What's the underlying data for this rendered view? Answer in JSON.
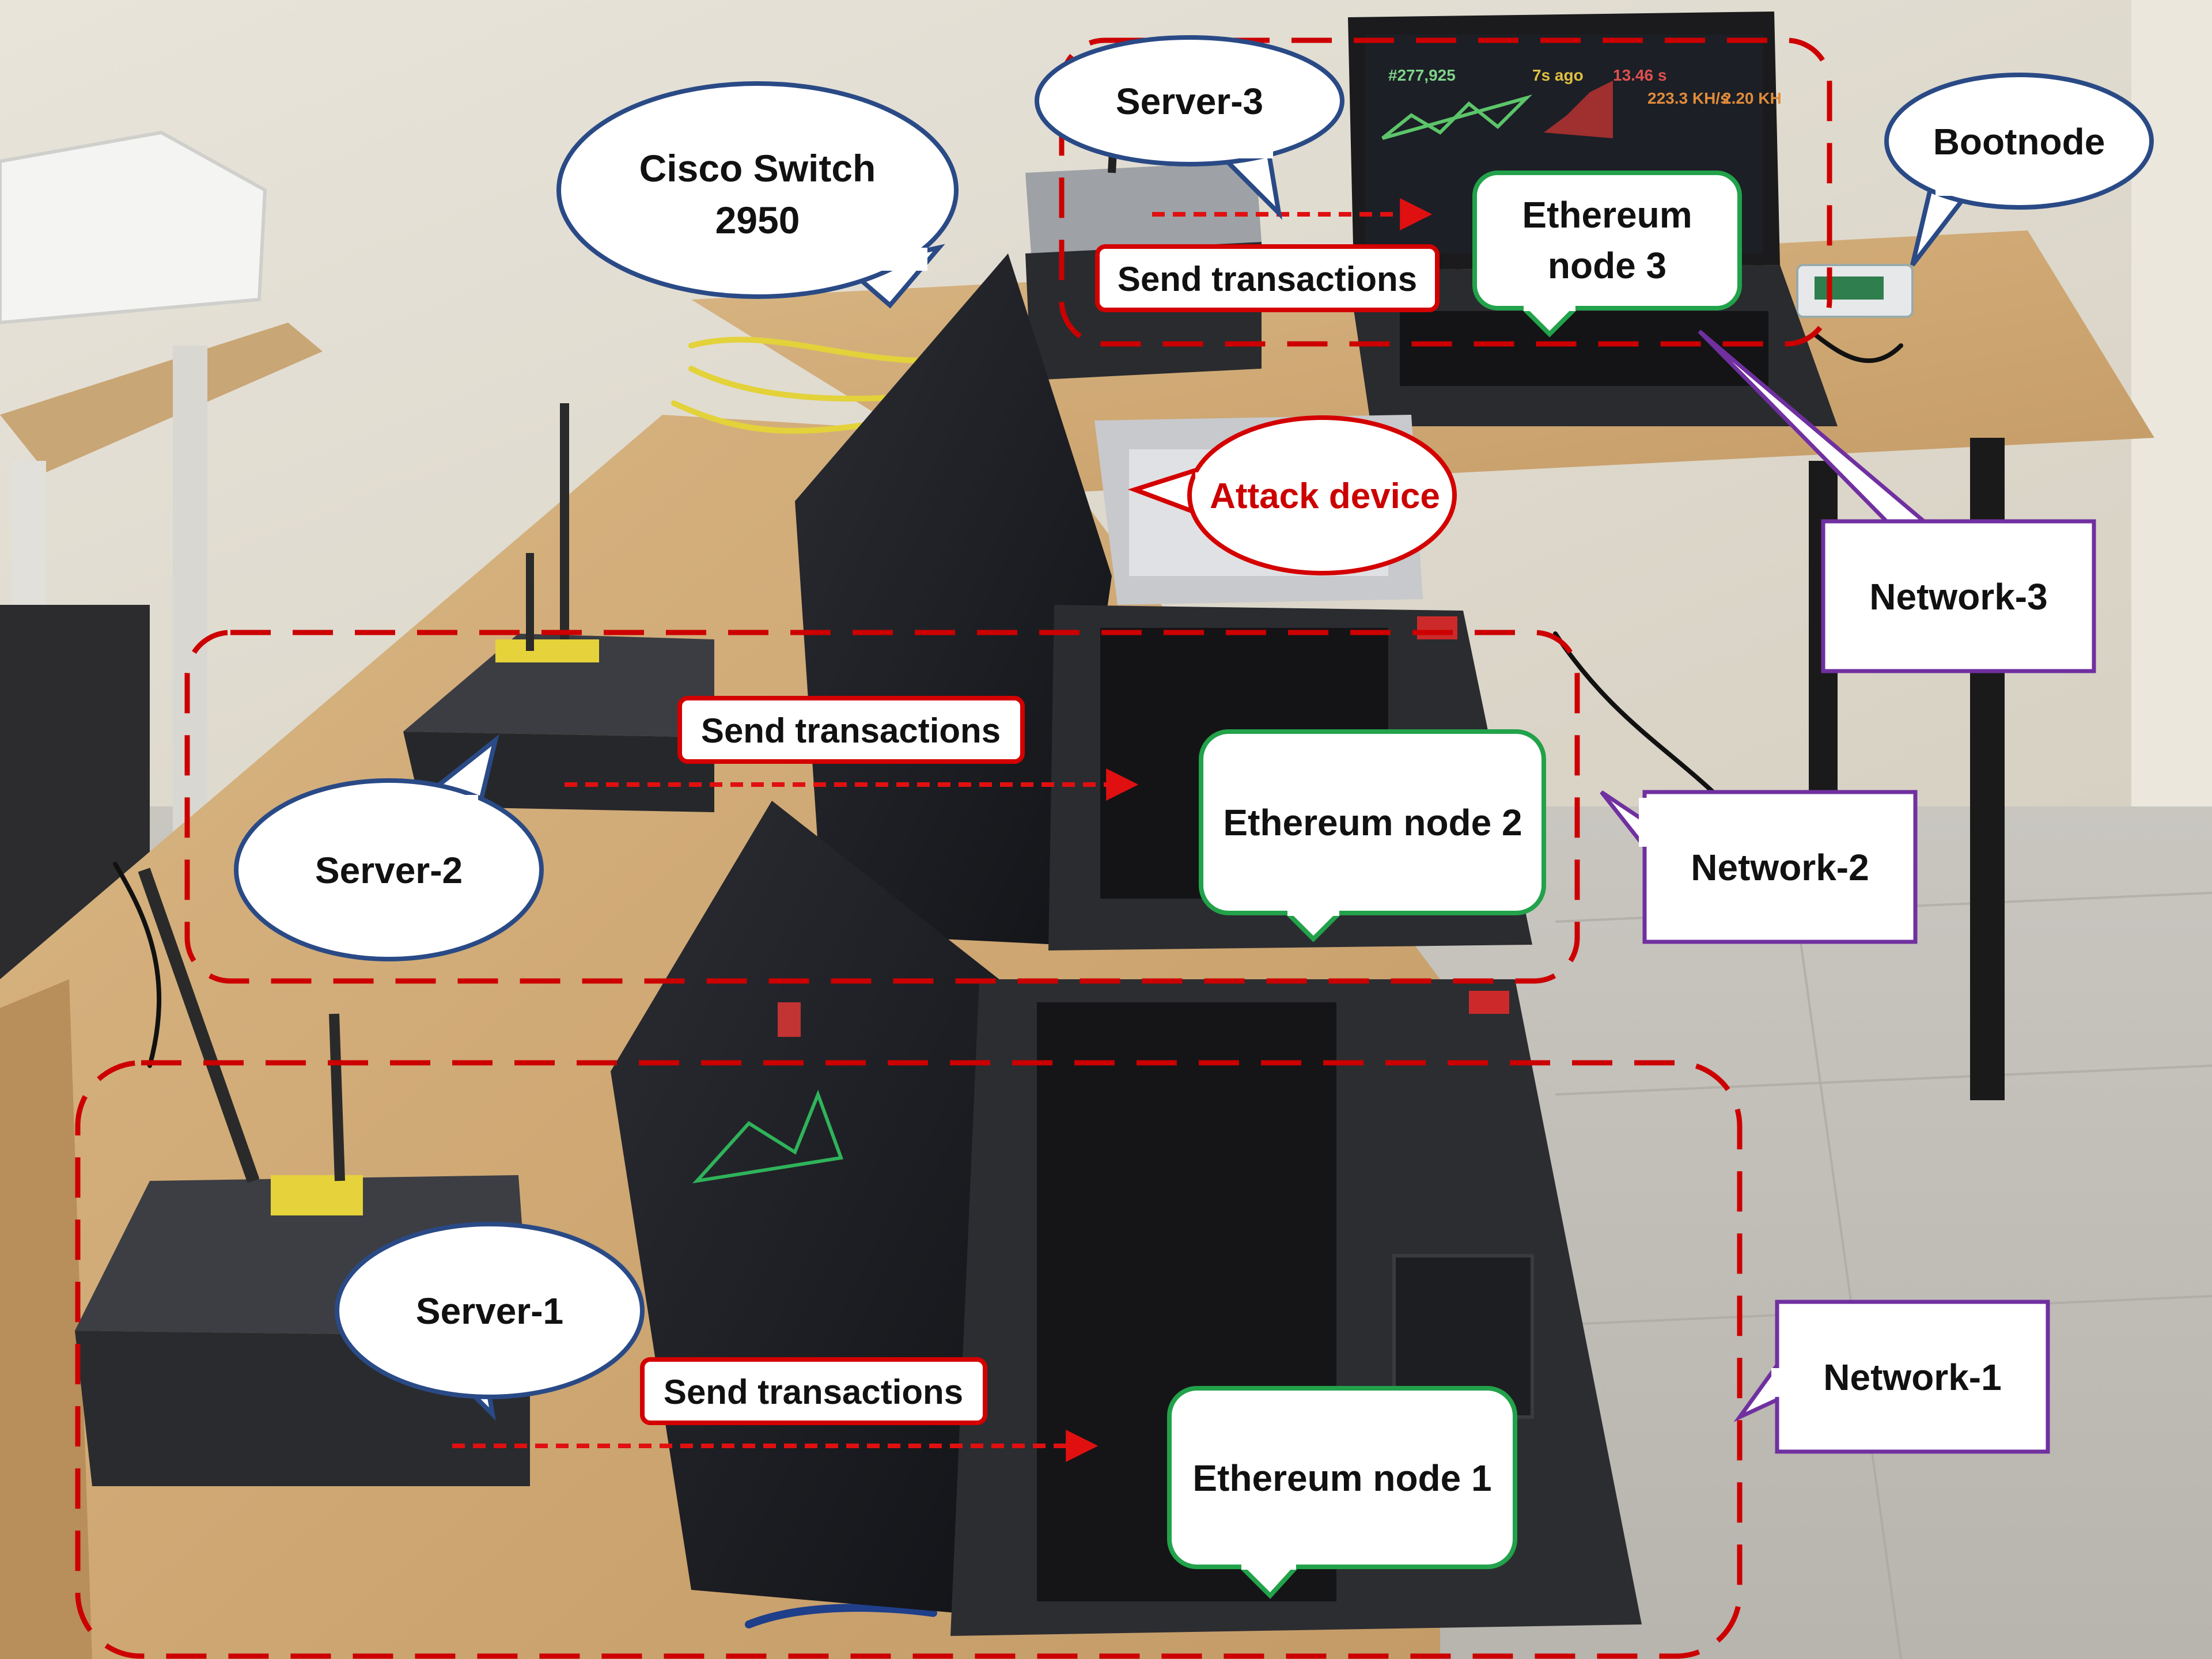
{
  "callouts": {
    "cisco_switch": [
      "Cisco Switch",
      "2950"
    ],
    "server_3": "Server-3",
    "bootnode": "Bootnode",
    "server_2": "Server-2",
    "server_1": "Server-1",
    "attack_device": "Attack device"
  },
  "nodes": {
    "node_3": [
      "Ethereum",
      "node 3"
    ],
    "node_2": "Ethereum node 2",
    "node_1": "Ethereum node 1"
  },
  "networks": {
    "network_3": "Network-3",
    "network_2": "Network-2",
    "network_1": "Network-1"
  },
  "arrows": {
    "send_3": "Send transactions",
    "send_2": "Send transactions",
    "send_1": "Send transactions"
  },
  "screen_readout": {
    "values": [
      "#277,925",
      "7s ago",
      "13.46 s",
      "223.3 KH/s",
      "2.20 KH"
    ]
  },
  "colors": {
    "callout_border": "#2a4a86",
    "node_border": "#22a24a",
    "network_border": "#7030a0",
    "attack_and_transactions": "#c00000"
  }
}
